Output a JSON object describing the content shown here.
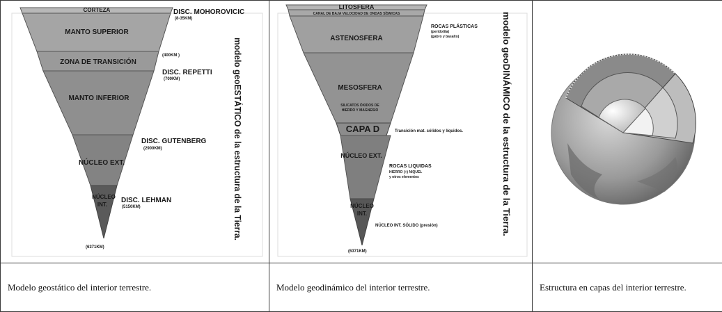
{
  "geostatic": {
    "layers": [
      "CORTEZA",
      "MANTO SUPERIOR",
      "ZONA DE TRANSICIÓN",
      "MANTO INFERIOR",
      "NÚCLEO EXT.",
      "NÚCLEO",
      "INT."
    ],
    "discontinuities": {
      "moho": "DISC. MOHOROVICIC",
      "moho_depth": "(8-35KM)",
      "transition_depth": "(400KM )",
      "repetti": "DISC. REPETTI",
      "repetti_depth": "(700KM)",
      "gutenberg": "DISC. GUTENBERG",
      "gutenberg_depth": "(2900KM)",
      "lehman": "DISC. LEHMAN",
      "lehman_depth": "(5150KM)",
      "center_depth": "(6371KM)"
    },
    "vertical_title": "modelo geoESTÁTICO de la estructura de la Tierra."
  },
  "geodynamic": {
    "layers": {
      "litosfera": "LITOSFERA",
      "canal": "CANAL DE BAJA VELOCIDAD DE ONDAS SÍSMICAS",
      "astenosfera": "ASTENOSFERA",
      "mesosfera": "MESOSFERA",
      "silicatos": "SILICATOS ÓXIDOS DE",
      "silicatos2": "HIERRO Y MAGNESIO",
      "capa_d": "CAPA D",
      "nucleo_ext": "NÚCLEO EXT.",
      "nucleo_int_1": "NÚCLEO",
      "nucleo_int_2": "INT."
    },
    "notes": {
      "rocas_plasticas": "ROCAS PLÁSTICAS",
      "peridotita": "(peridotita)",
      "gabro": "(gabro y basalto)",
      "transicion": "Transición mat. sólidos y líquidos.",
      "rocas_liquidas": "ROCAS LIQUIDAS",
      "hierro": "HIERRO (+) NIQUEL",
      "otros": "y otros    elementos",
      "nucleo_solido": "NÚCLEO INT. SÓLIDO (presión)",
      "center_depth": "(6371KM)"
    },
    "vertical_title": "modelo geoDINÁMICO de la estructura de la Tierra."
  },
  "captions": {
    "geostatic": "Modelo geostático del interior terrestre.",
    "geodynamic": "Modelo geodinámico del interior terrestre.",
    "layers": "Estructura en capas del interior terrestre."
  }
}
